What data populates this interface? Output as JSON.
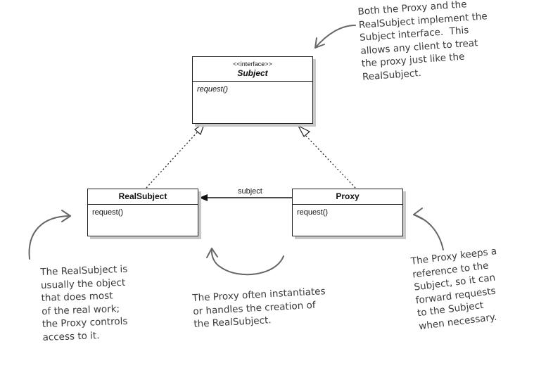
{
  "subject_class": {
    "stereotype": "<<interface>>",
    "name": "Subject",
    "method": "request()"
  },
  "realsubject_class": {
    "name": "RealSubject",
    "method": "request()"
  },
  "proxy_class": {
    "name": "Proxy",
    "method": "request()"
  },
  "association_label": "subject",
  "annotations": {
    "interface_note": "Both the Proxy and the\nRealSubject implement the\nSubject interface.  This\nallows any client to treat\nthe proxy just like the\nRealSubject.",
    "realsubject_note": "The RealSubject is\nusually the object\nthat does most\nof the real work;\nthe Proxy controls\naccess to it.",
    "instantiate_note": "The Proxy often instantiates\nor handles the creation of\nthe RealSubject.",
    "proxy_note": "The Proxy keeps a\nreference to the\nSubject, so it can\nforward requests\nto the Subject\nwhen necessary."
  }
}
